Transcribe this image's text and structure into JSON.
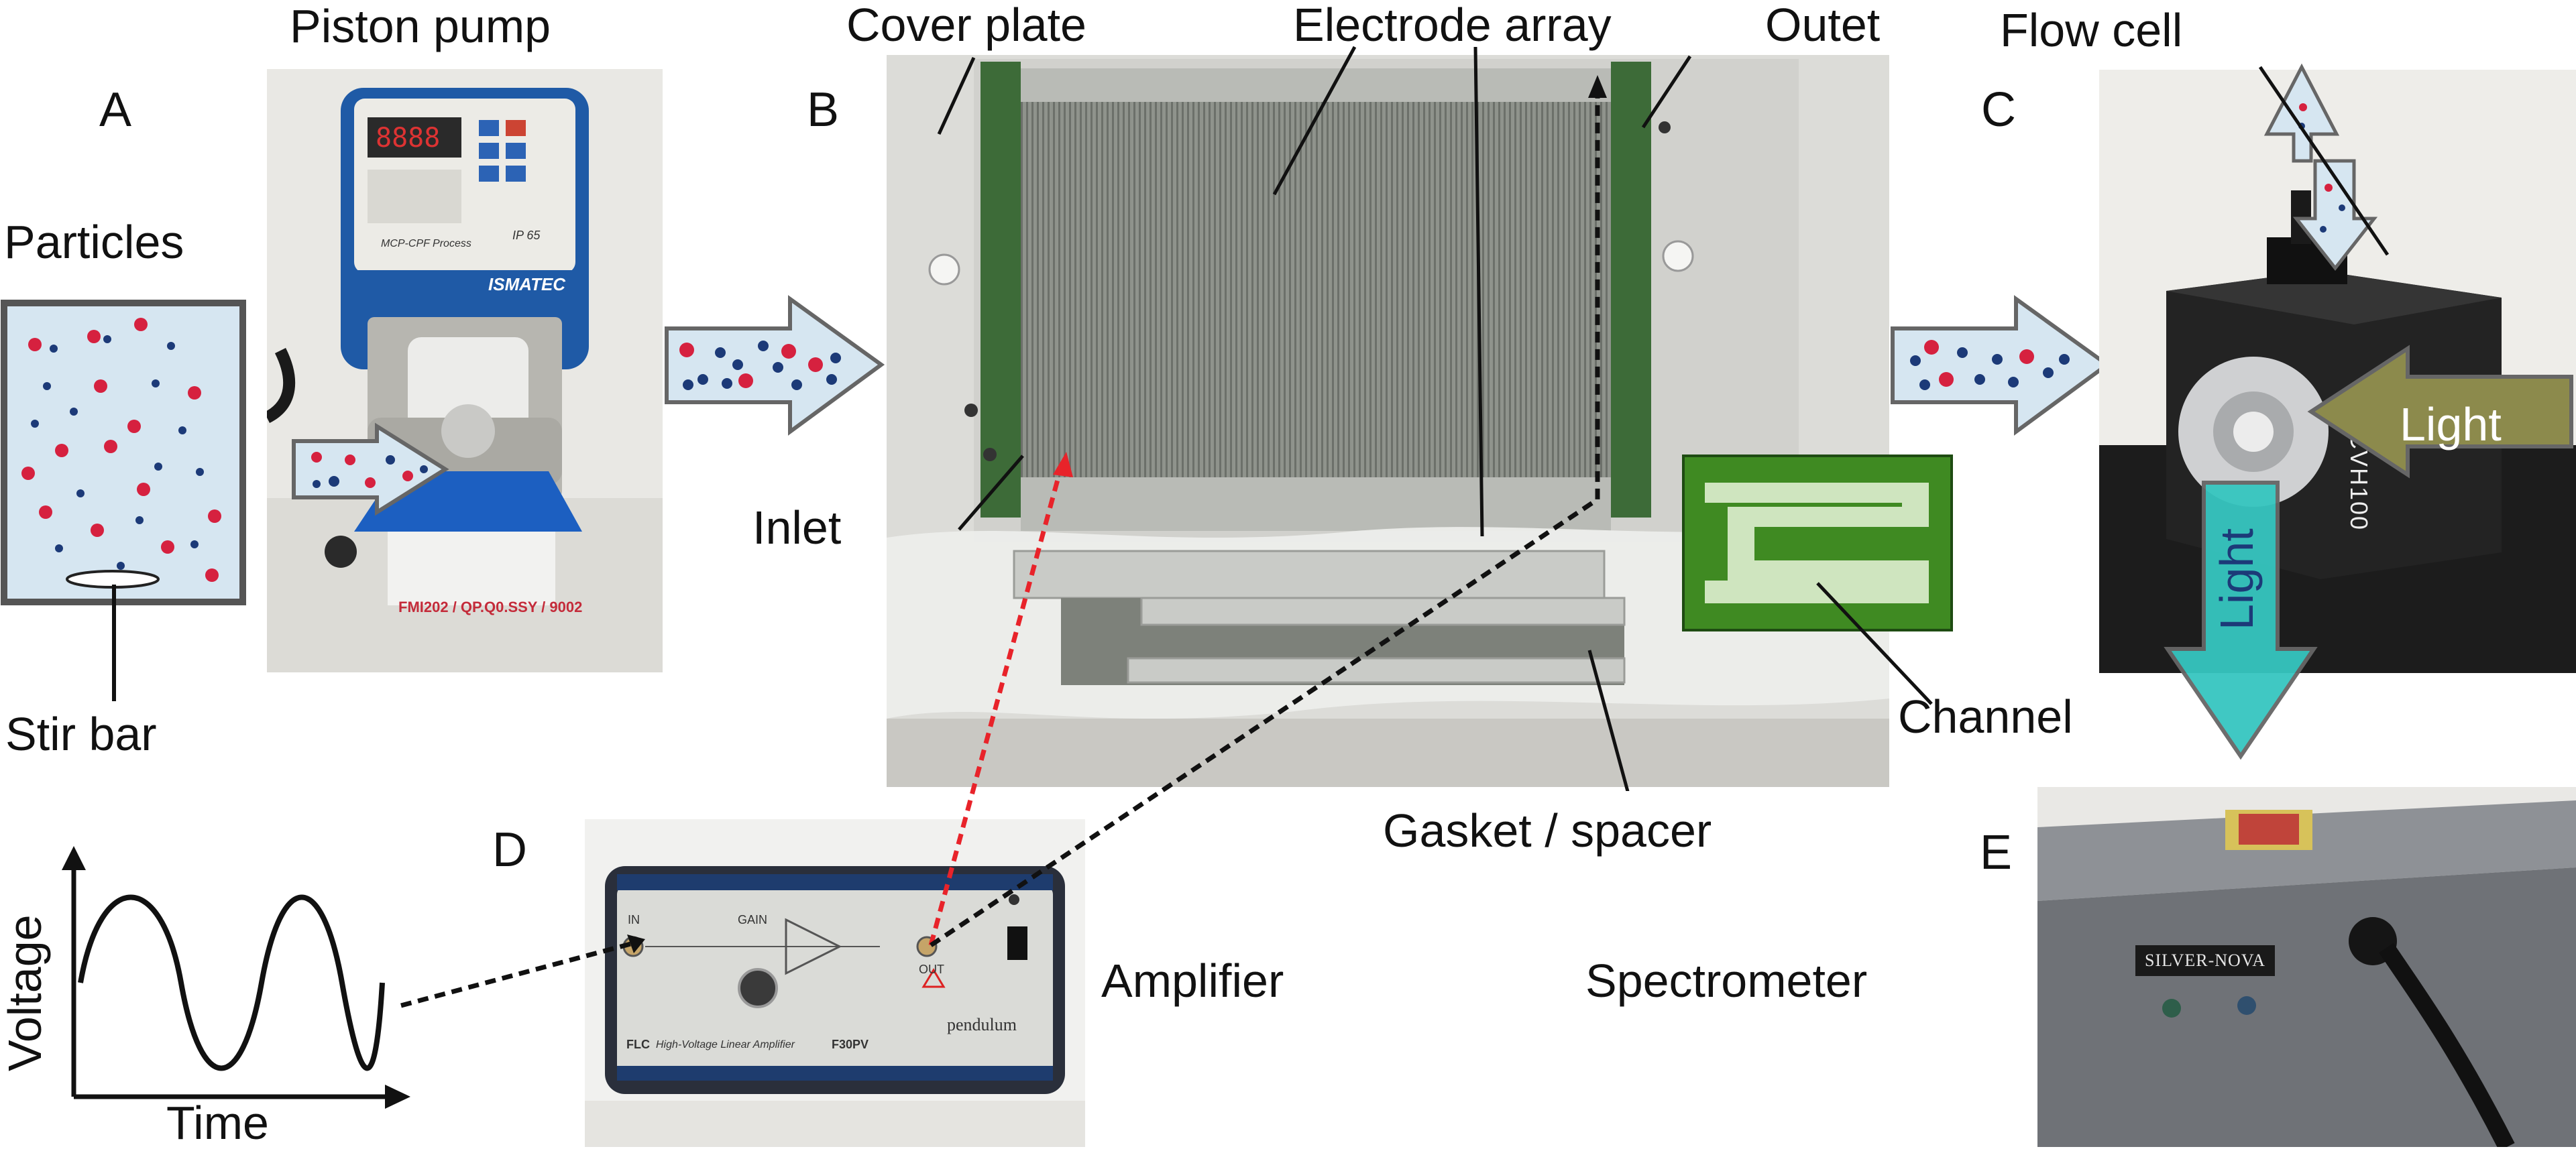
{
  "panels": [
    "A",
    "B",
    "C",
    "D",
    "E"
  ],
  "labels": {
    "particles": "Particles",
    "stir_bar": "Stir bar",
    "piston_pump": "Piston pump",
    "cover_plate": "Cover plate",
    "electrode_array": "Electrode array",
    "outlet": "Outet",
    "inlet": "Inlet",
    "channel": "Channel",
    "gasket": "Gasket / spacer",
    "flow_cell": "Flow cell",
    "light_in": "Light",
    "light_out": "Light",
    "voltage": "Voltage",
    "time": "Time",
    "amplifier": "Amplifier",
    "spectrometer": "Spectrometer"
  },
  "device_text": {
    "pump_brand": "ISMATEC",
    "pump_model": "MCP-CPF Process",
    "pump_rating": "IP 65",
    "pump_display": "8888",
    "pump_code": "FMI202 / QP.Q0.SSY / 9002",
    "amp_in": "IN",
    "amp_gain": "GAIN",
    "amp_out": "OUT",
    "amp_name": "High-Voltage Linear Amplifier",
    "amp_model": "F30PV",
    "amp_logo": "FLC",
    "amp_brand": "pendulum",
    "cell_model": "CVH100",
    "spec_brand": "SILVER-NOVA"
  },
  "colors": {
    "particle_red": "#d6213f",
    "particle_blue": "#1c3a78",
    "fluid": "#d6e6f1",
    "frame": "#555555",
    "pcb_green": "#3f8a22",
    "light_in": "#8c8a4c",
    "light_out": "#36c6c0",
    "wire_red": "#e8232a",
    "wire_black": "#111111"
  },
  "icons": [
    "pump-arrow-icon",
    "transfer-arrow-icon",
    "light-arrow-icon",
    "sine-wave-icon",
    "channel-pcb-icon"
  ]
}
